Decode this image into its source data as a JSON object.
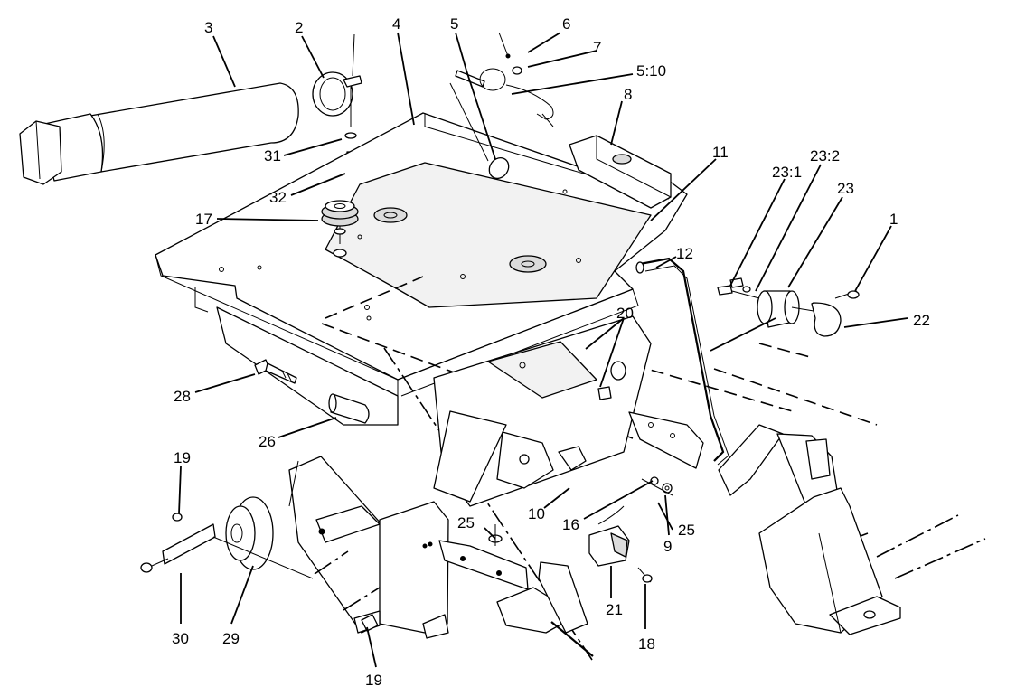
{
  "diagram": {
    "callouts": {
      "c1": "1",
      "c2": "2",
      "c3": "3",
      "c4": "4",
      "c5": "5",
      "c6": "6",
      "c7": "7",
      "c5_10": "5:10",
      "c8": "8",
      "c11": "11",
      "c23_2": "23:2",
      "c23_1": "23:1",
      "c23": "23",
      "c12": "12",
      "c22": "22",
      "c20": "20",
      "c31": "31",
      "c32": "32",
      "c17": "17",
      "c28": "28",
      "c26": "26",
      "c19_top": "19",
      "c19_bottom": "19",
      "c30": "30",
      "c29": "29",
      "c25_left": "25",
      "c25_right": "25",
      "c10": "10",
      "c16": "16",
      "c9": "9",
      "c21": "21",
      "c18": "18"
    }
  }
}
